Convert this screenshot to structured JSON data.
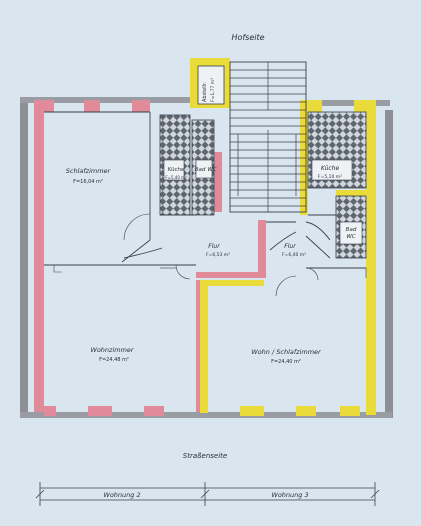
{
  "labels": {
    "top_side": "Hofseite",
    "bottom_side": "Straßenseite",
    "abstellr": "Abstellr.",
    "abstellr_area": "F=1,77 m²",
    "schlafzimmer": "Schlafzimmer",
    "schlafzimmer_area": "F=16,04 m²",
    "kueche_left": "Küche",
    "kueche_left_area": "F=5,40 m²",
    "bad_left": "Bad",
    "wc_left": "WC",
    "kueche_right": "Küche",
    "kueche_right_area": "F=5,10 m²",
    "bad_right": "Bad",
    "wc_right": "WC",
    "flur_left": "Flur",
    "flur_left_area": "F=6,53 m²",
    "flur_right": "Flur",
    "flur_right_area": "F=6,40 m²",
    "wohnzimmer": "Wohnzimmer",
    "wohnzimmer_area": "F=24,48 m²",
    "wohn_schlaf": "Wohn / Schlafzimmer",
    "wohn_schlaf_area": "F=24,40 m²",
    "wohnung_2": "Wohnung 2",
    "wohnung_3": "Wohnung 3"
  },
  "colors": {
    "background": "#d9e6f0",
    "wall_pink": "#e08a9a",
    "wall_yellow": "#e9dc3a",
    "wall_grey": "#8d8f96",
    "line": "#3a3f4a"
  }
}
